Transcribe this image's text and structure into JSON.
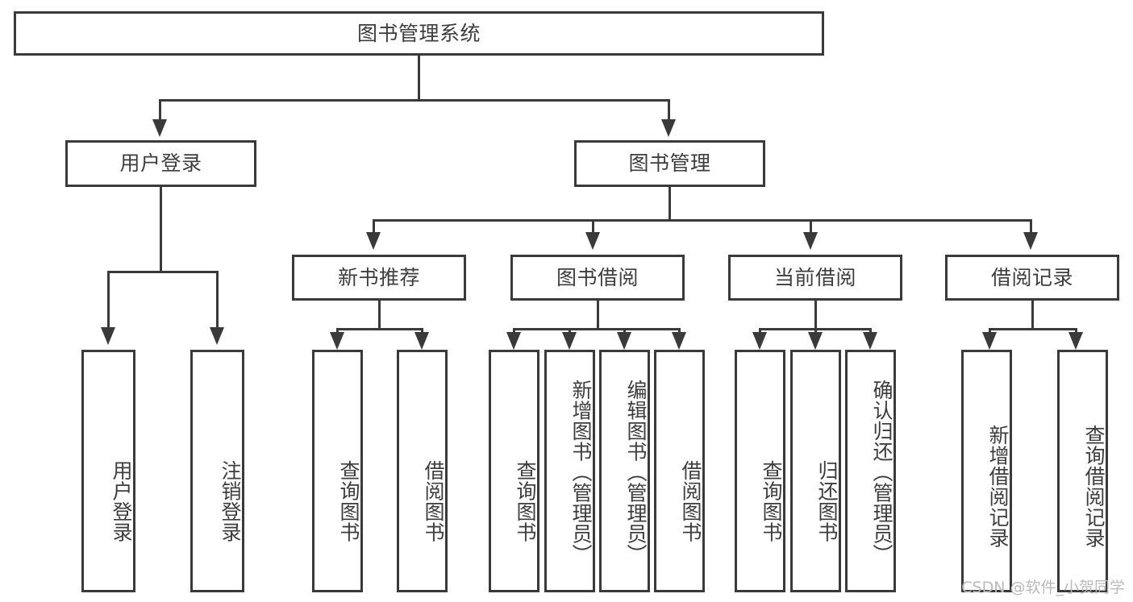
{
  "diagram": {
    "title": "图书管理系统",
    "root": {
      "label": "图书管理系统"
    },
    "level2": [
      {
        "label": "用户登录"
      },
      {
        "label": "图书管理"
      }
    ],
    "level3": [
      {
        "label": "新书推荐"
      },
      {
        "label": "图书借阅"
      },
      {
        "label": "当前借阅"
      },
      {
        "label": "借阅记录"
      }
    ],
    "leaves": {
      "user_login": [
        {
          "label": "用户登录"
        },
        {
          "label": "注销登录"
        }
      ],
      "new_book_recommend": [
        {
          "label": "查询图书"
        },
        {
          "label": "借阅图书"
        }
      ],
      "book_borrow": [
        {
          "label": "查询图书"
        },
        {
          "label": "新增图书（管理员）"
        },
        {
          "label": "编辑图书（管理员）"
        },
        {
          "label": "借阅图书"
        }
      ],
      "current_borrow": [
        {
          "label": "查询图书"
        },
        {
          "label": "归还图书"
        },
        {
          "label": "确认归还（管理员）"
        }
      ],
      "borrow_record": [
        {
          "label": "新增借阅记录"
        },
        {
          "label": "查询借阅记录"
        }
      ]
    }
  },
  "watermark": {
    "text": "CSDN @软件_小贺同学"
  },
  "colors": {
    "stroke": "#3a3a3a",
    "text": "#3d3d3d",
    "background": "#ffffff",
    "watermark": "#b9b9b9"
  }
}
